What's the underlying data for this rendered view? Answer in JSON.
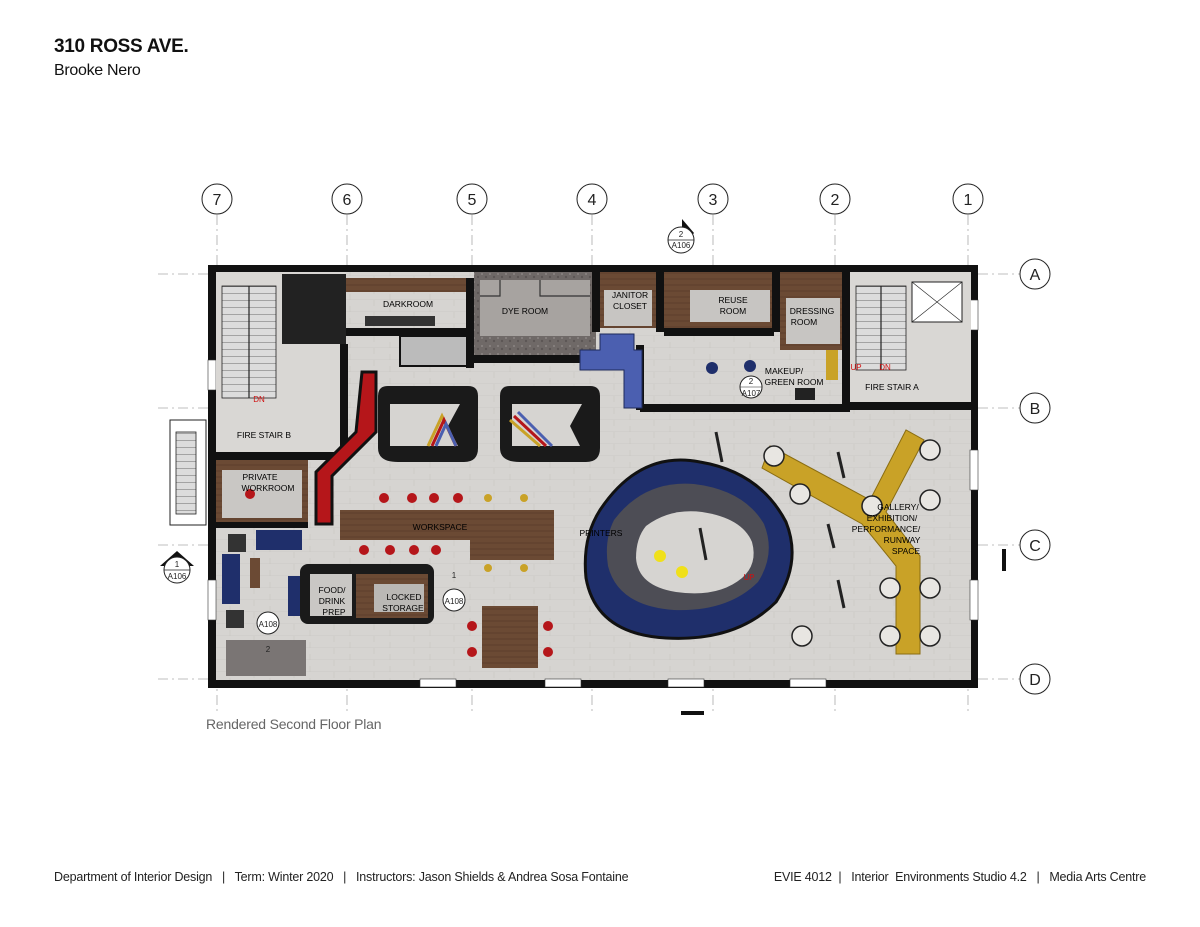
{
  "header": {
    "title": "310 ROSS AVE.",
    "author": "Brooke Nero"
  },
  "caption": "Rendered Second Floor Plan",
  "footer": {
    "left": "Department of Interior Design   |   Term: Winter 2020   |   Instructors: Jason Shields & Andrea Sosa Fontaine",
    "right": "EVIE 4012  |   Interior  Environments Studio 4.2   |   Media Arts Centre"
  },
  "grid": {
    "columns": [
      "7",
      "6",
      "5",
      "4",
      "3",
      "2",
      "1"
    ],
    "rows": [
      "A",
      "B",
      "C",
      "D"
    ]
  },
  "section_tags": {
    "top": {
      "num": "2",
      "sheet": "A106"
    },
    "left": {
      "num": "1",
      "sheet": "A106"
    }
  },
  "room_tags": {
    "a107": "A107",
    "a107_num": "2",
    "a108_mid": "A108",
    "a108_mid_num": "1",
    "a108_left": "A108",
    "a108_left_num": "2"
  },
  "rooms": {
    "darkroom": "DARKROOM",
    "dye_room": "DYE ROOM",
    "janitor_1": "JANITOR",
    "janitor_2": "CLOSET",
    "reuse_1": "REUSE",
    "reuse_2": "ROOM",
    "dressing_1": "DRESSING",
    "dressing_2": "ROOM",
    "makeup_1": "MAKEUP/",
    "makeup_2": "GREEN ROOM",
    "fire_stair_a": "FIRE STAIR A",
    "fire_stair_b": "FIRE STAIR B",
    "private_1": "PRIVATE",
    "private_2": "WORKROOM",
    "workspace": "WORKSPACE",
    "printers": "PRINTERS",
    "food_1": "FOOD/",
    "food_2": "DRINK",
    "food_3": "PREP",
    "locked_1": "LOCKED",
    "locked_2": "STORAGE",
    "gallery_1": "GALLERY/",
    "gallery_2": "EXHIBITION/",
    "gallery_3": "PERFORMANCE/",
    "gallery_4": "RUNWAY",
    "gallery_5": "SPACE"
  },
  "stair_marks": {
    "dn_b": "DN",
    "up_a": "UP",
    "dn_a": "DN",
    "up_center": "UP"
  },
  "colors": {
    "wall": "#111111",
    "floor": "#d4d2cf",
    "wood": "#6a4a35",
    "red_bench": "#b5161a",
    "blue_counter": "#4b5fb0",
    "gold": "#c9a227",
    "navy": "#1f2f6b"
  }
}
